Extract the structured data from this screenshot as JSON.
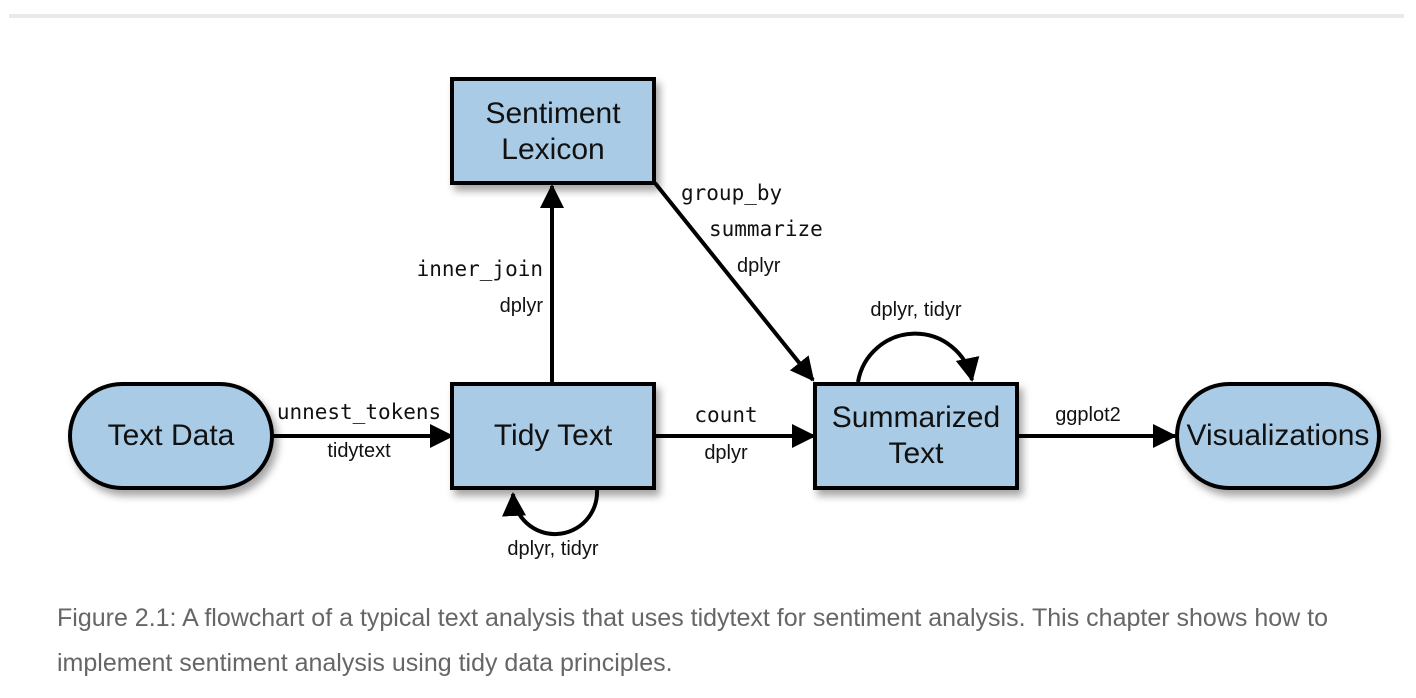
{
  "diagram": {
    "colors": {
      "node_fill": "#a9cbe5",
      "stroke": "#000000",
      "caption": "#666666"
    },
    "nodes": {
      "text_data": {
        "label": "Text Data",
        "shape": "rounded"
      },
      "tidy_text": {
        "label": "Tidy Text",
        "shape": "rect"
      },
      "sentiment_lexicon": {
        "label_line1": "Sentiment",
        "label_line2": "Lexicon",
        "shape": "rect"
      },
      "summarized_text": {
        "label_line1": "Summarized",
        "label_line2": "Text",
        "shape": "rect"
      },
      "visualizations": {
        "label": "Visualizations",
        "shape": "rounded"
      }
    },
    "edges": {
      "text_to_tidy": {
        "function": "unnest_tokens",
        "package": "tidytext"
      },
      "tidy_to_lexicon": {
        "function": "inner_join",
        "package": "dplyr"
      },
      "lexicon_to_summarized": {
        "function1": "group_by",
        "function2": "summarize",
        "package": "dplyr"
      },
      "tidy_to_summarized": {
        "function": "count",
        "package": "dplyr"
      },
      "summarized_to_viz": {
        "package": "ggplot2"
      },
      "tidy_loop": {
        "package": "dplyr, tidyr"
      },
      "summarized_loop": {
        "package": "dplyr, tidyr"
      }
    }
  },
  "caption": "Figure 2.1: A flowchart of a typical text analysis that uses tidytext for sentiment analysis. This chapter shows how to implement sentiment analysis using tidy data principles."
}
